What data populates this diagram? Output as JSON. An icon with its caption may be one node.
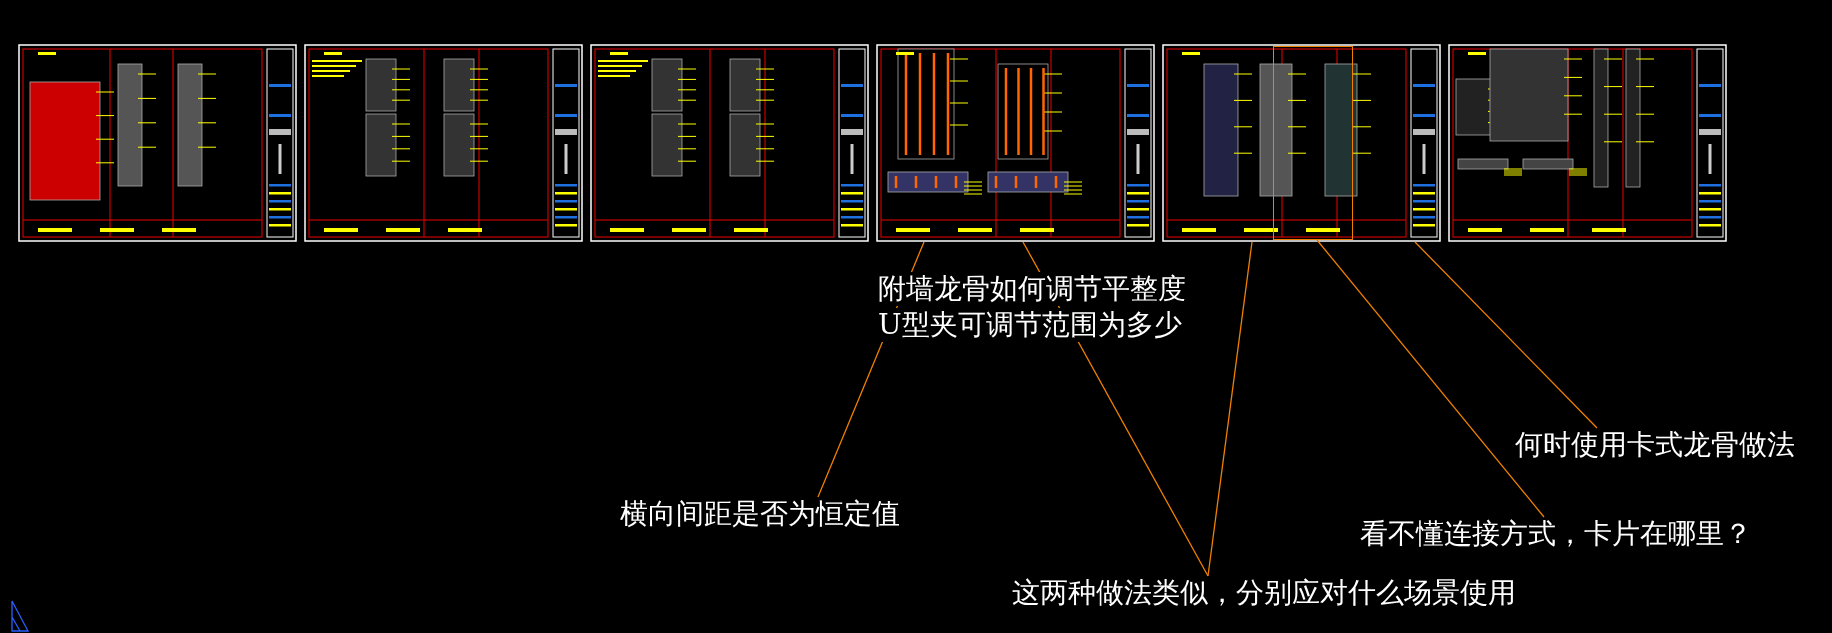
{
  "diagram": {
    "nodes": [
      {
        "text": [],
        "shape": "picture"
      },
      {
        "text": [],
        "shape": "picture"
      },
      {
        "text": [],
        "shape": "picture"
      },
      {
        "text": [],
        "shape": "picture"
      },
      {
        "text": [],
        "shape": "picture"
      },
      {
        "text": [],
        "shape": "picture"
      },
      {
        "text": [],
        "shape": "box",
        "in": 4
      },
      {
        "text": [
          "横向间距是否为恒定值"
        ]
      },
      {
        "text": [
          "这两种做法类似，分别应对什么场景使用"
        ]
      },
      {
        "text": [
          "看不懂连接方式，卡片在哪里？"
        ]
      },
      {
        "text": [
          "何时使用卡式龙骨做法"
        ]
      }
    ],
    "edges": [
      {
        "from": 7,
        "to": 3,
        "arrow": "none"
      },
      {
        "from": 8,
        "to": 3,
        "arrow": "none"
      },
      {
        "from": 8,
        "to": 4,
        "arrow": "none"
      },
      {
        "from": 9,
        "to": 6,
        "arrow": "none"
      },
      {
        "from": 10,
        "to": 4,
        "arrow": "none"
      }
    ],
    "labels": [
      "附墙龙骨如何调节平整度",
      "U型夹可调节范围为多少"
    ]
  }
}
